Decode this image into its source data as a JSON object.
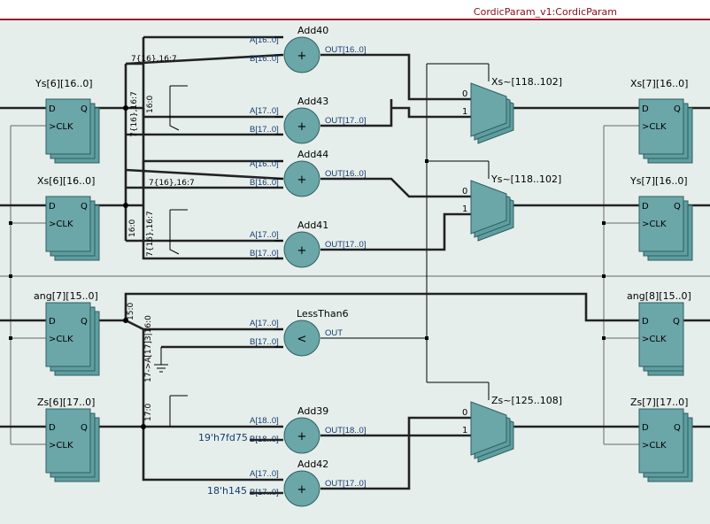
{
  "header": {
    "title": "CordicParam_v1:CordicParam"
  },
  "colors": {
    "canvas": "#e6eeec",
    "block": "#6ba6a8",
    "border": "#9b1b2a",
    "pin_text": "#153a70"
  },
  "registers": [
    {
      "id": "ys6",
      "label": "Ys[6][16..0]",
      "d": "D",
      "q": "Q",
      "clk": "CLK"
    },
    {
      "id": "xs6",
      "label": "Xs[6][16..0]",
      "d": "D",
      "q": "Q",
      "clk": "CLK"
    },
    {
      "id": "ang7",
      "label": "ang[7][15..0]",
      "d": "D",
      "q": "Q",
      "clk": "CLK"
    },
    {
      "id": "zs6",
      "label": "Zs[6][17..0]",
      "d": "D",
      "q": "Q",
      "clk": "CLK"
    },
    {
      "id": "xs7",
      "label": "Xs[7][16..0]",
      "d": "D",
      "q": "Q",
      "clk": "CLK"
    },
    {
      "id": "ys7",
      "label": "Ys[7][16..0]",
      "d": "D",
      "q": "Q",
      "clk": "CLK"
    },
    {
      "id": "ang8",
      "label": "ang[8][15..0]",
      "d": "D",
      "q": "Q",
      "clk": "CLK"
    },
    {
      "id": "zs7",
      "label": "Zs[7][17..0]",
      "d": "D",
      "q": "Q",
      "clk": "CLK"
    }
  ],
  "operators": [
    {
      "id": "add40",
      "label": "Add40",
      "symbol": "+",
      "a": "A[16..0]",
      "b": "B[16..0]",
      "out": "OUT[16..0]"
    },
    {
      "id": "add43",
      "label": "Add43",
      "symbol": "+",
      "a": "A[17..0]",
      "b": "B[17..0]",
      "out": "OUT[17..0]"
    },
    {
      "id": "add44",
      "label": "Add44",
      "symbol": "+",
      "a": "A[16..0]",
      "b": "B[16..0]",
      "out": "OUT[16..0]"
    },
    {
      "id": "add41",
      "label": "Add41",
      "symbol": "+",
      "a": "A[17..0]",
      "b": "B[17..0]",
      "out": "OUT[17..0]"
    },
    {
      "id": "lessthan6",
      "label": "LessThan6",
      "symbol": "<",
      "a": "A[17..0]",
      "b": "B[17..0]",
      "out": "OUT"
    },
    {
      "id": "add39",
      "label": "Add39",
      "symbol": "+",
      "a": "A[18..0]",
      "b": "B[18..0]",
      "out": "OUT[18..0]",
      "const": "19'h7fd75"
    },
    {
      "id": "add42",
      "label": "Add42",
      "symbol": "+",
      "a": "A[17..0]",
      "b": "B[17..0]",
      "out": "OUT[17..0]",
      "const": "18'h145"
    }
  ],
  "muxes": [
    {
      "id": "xs_mux",
      "label": "Xs~[118..102]",
      "in0": "0",
      "in1": "1"
    },
    {
      "id": "ys_mux",
      "label": "Ys~[118..102]",
      "in0": "0",
      "in1": "1"
    },
    {
      "id": "zs_mux",
      "label": "Zs~[125..108]",
      "in0": "0",
      "in1": "1"
    }
  ],
  "bus_labels": {
    "top_tap": "7{16},16:7",
    "top_vert_a": "7{16},16:7",
    "top_vert_b": "16:0",
    "mid_tap": "7{16},16:7",
    "mid_vert_a": "16:0",
    "mid_vert_b": "7{16},16:7",
    "ang_vert": "15:0",
    "zs_vert_a": "17:0",
    "zs_vert_b": "17->A[17]3|16:0"
  }
}
